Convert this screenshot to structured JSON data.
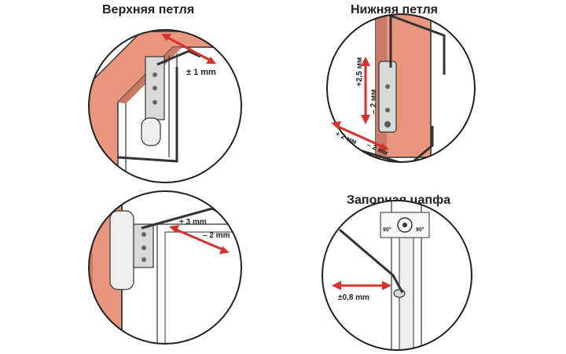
{
  "titles": {
    "top_hinge": "Верхняя петля",
    "bottom_hinge": "Нижняя петля",
    "locking_pin": "Запорная цапфа"
  },
  "labels": {
    "top_hinge_adjust": "± 1 mm",
    "bottom_vertical": "+2,5 мм",
    "bottom_vertical_minus": "– 2 мм",
    "bottom_horizontal_plus": "+ 2 мм",
    "bottom_horizontal_minus": "– 2 мм",
    "side_plus": "+ 3 mm",
    "side_minus": "– 2 mm",
    "pin_offset": "±0,8 mm",
    "pin_angle_left": "90°",
    "pin_angle_right": "90°"
  },
  "colors": {
    "frame_salmon": "#e9967f",
    "arrow_red": "#d6312b",
    "line_dark": "#333333",
    "metal_grey": "#d9d9d9"
  }
}
